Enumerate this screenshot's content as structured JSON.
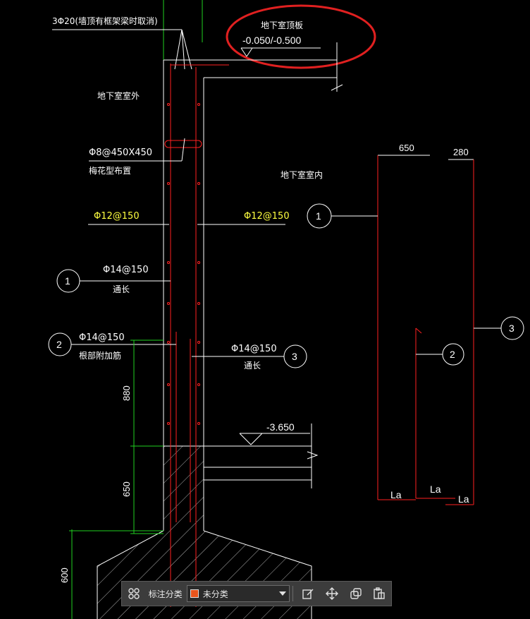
{
  "drawing": {
    "rebar_top_note": "3Φ20(墙顶有框架梁时取消)",
    "roof_label": "地下室顶板",
    "roof_elev": "-0.050/-0.500",
    "outside_label": "地下室室外",
    "inside_label": "地下室室内",
    "tie_spec": "Φ8@450X450",
    "tie_note": "梅花型布置",
    "horiz_left": "Φ12@150",
    "horiz_right": "Φ12@150",
    "v1_spec": "Φ14@150",
    "v1_note": "通长",
    "v2_spec": "Φ14@150",
    "v2_note": "根部附加筋",
    "v3_spec": "Φ14@150",
    "v3_note": "通长",
    "dim_880": "880",
    "dim_650_v": "650",
    "dim_600": "600",
    "floor_elev": "-3.650",
    "tag1": "1",
    "tag2": "2",
    "tag3": "3",
    "schem_650": "650",
    "schem_280": "280",
    "la": "La"
  },
  "toolbar": {
    "category_label": "标注分类",
    "category_value": "未分类",
    "swatch_color": "#e8541c",
    "icons": [
      "grid-icon",
      "edit-icon",
      "move-icon",
      "copy-icon",
      "paste-icon"
    ]
  },
  "colors": {
    "background": "#000000",
    "line_white": "#ffffff",
    "rebar_red": "#ff2020",
    "dim_green": "#20d020",
    "text_yellow": "#ffff40",
    "highlight_red": "#e02020"
  }
}
